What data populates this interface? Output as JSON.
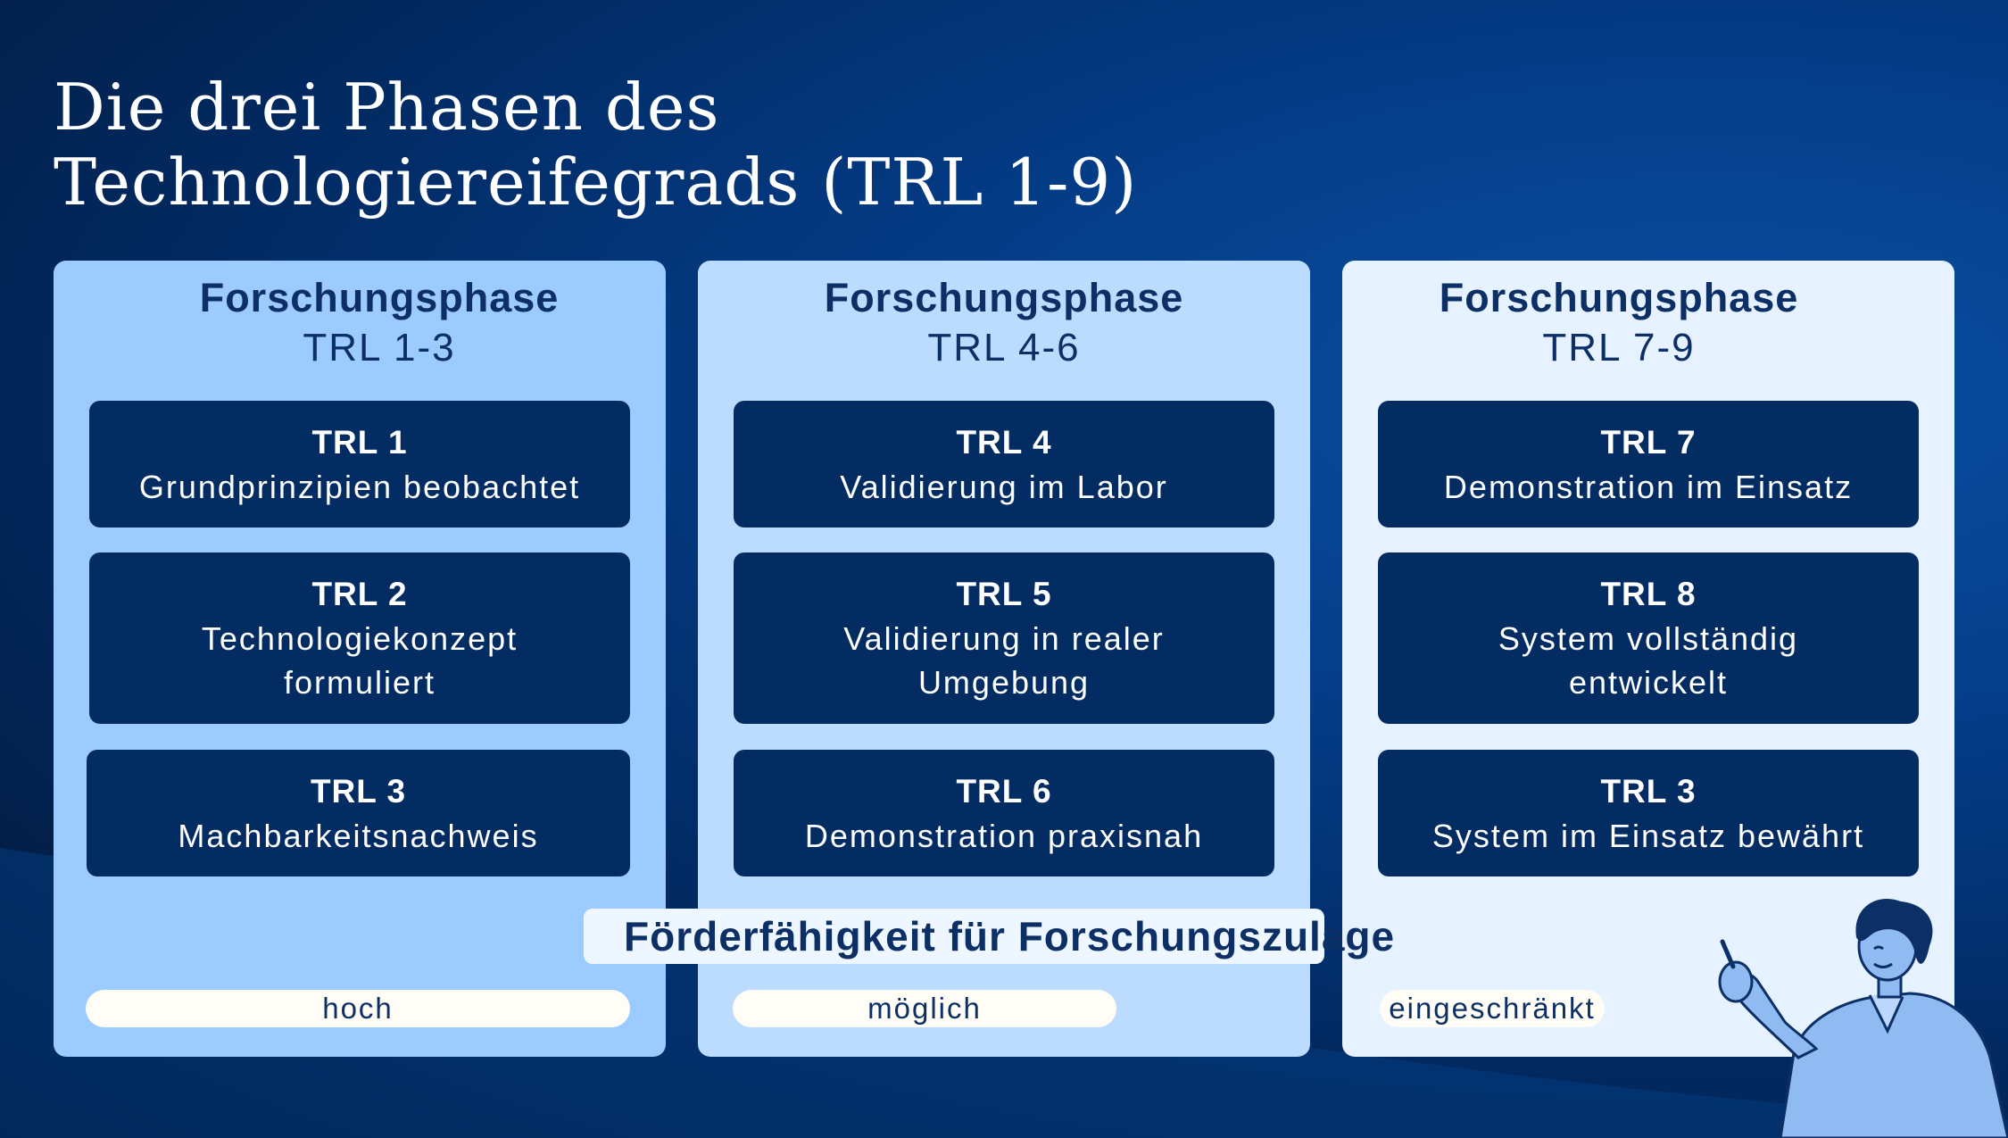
{
  "title_line1": "Die drei Phasen des",
  "title_line2": "Technologiereifegrads (TRL 1-9)",
  "phases": [
    {
      "name": "Forschungsphase",
      "range": "TRL 1-3",
      "levels": [
        {
          "label": "TRL 1",
          "desc": "Grundprinzipien beobachtet"
        },
        {
          "label": "TRL 2",
          "desc": "Technologiekonzept formuliert"
        },
        {
          "label": "TRL 3",
          "desc": "Machbarkeitsnachweis"
        }
      ],
      "eligibility_value": "hoch"
    },
    {
      "name": "Forschungsphase",
      "range": "TRL 4-6",
      "levels": [
        {
          "label": "TRL 4",
          "desc": "Validierung im Labor"
        },
        {
          "label": "TRL 5",
          "desc": "Validierung in realer Umgebung"
        },
        {
          "label": "TRL 6",
          "desc": "Demonstration praxisnah"
        }
      ],
      "eligibility_value": "möglich"
    },
    {
      "name": "Forschungsphase",
      "range": "TRL 7-9",
      "levels": [
        {
          "label": "TRL 7",
          "desc": "Demonstration im Einsatz"
        },
        {
          "label": "TRL 8",
          "desc": "System vollständig entwickelt"
        },
        {
          "label": "TRL 3",
          "desc": "System im Einsatz bewährt"
        }
      ],
      "eligibility_value": "eingeschränkt"
    }
  ],
  "eligibility_label": "Förderfähigkeit für Forschungszulage",
  "colors": {
    "background": "#022c66",
    "card": "#032c63",
    "panel_1": "#9ccbff",
    "panel_2": "#bcdcff",
    "panel_3": "#e6f2ff",
    "text_dark": "#0c2f66"
  },
  "illustration": "person-pointing-illustration"
}
